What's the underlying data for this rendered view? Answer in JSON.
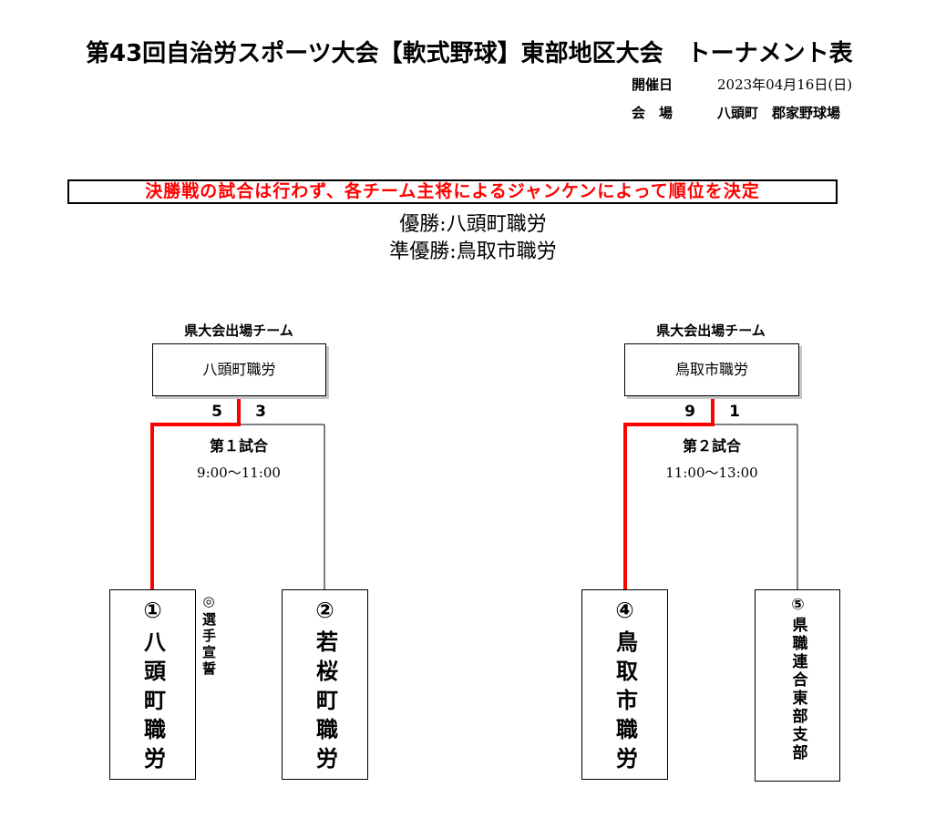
{
  "header": {
    "title": "第43回自治労スポーツ大会【軟式野球】東部地区大会　トーナメント表",
    "date_label": "開催日",
    "date_value": "2023年04月16日(日)",
    "venue_label": "会　場",
    "venue_value": "八頭町　郡家野球場"
  },
  "notice": "決勝戦の試合は行わず、各チーム主将によるジャンケンによって順位を決定",
  "results": {
    "champion": "優勝:八頭町職労",
    "runner_up": "準優勝:鳥取市職労"
  },
  "brackets": [
    {
      "caption": "県大会出場チーム",
      "winner": "八頭町職労",
      "score_left": "5",
      "score_right": "3",
      "match_title": "第１試合",
      "match_time": "9:00～11:00",
      "left_team": {
        "seed": "①",
        "name": "八頭町職労",
        "note": "◎選手宣誓"
      },
      "right_team": {
        "seed": "②",
        "name": "若桜町職労"
      },
      "winner_side": "left"
    },
    {
      "caption": "県大会出場チーム",
      "winner": "鳥取市職労",
      "score_left": "9",
      "score_right": "1",
      "match_title": "第２試合",
      "match_time": "11:00～13:00",
      "left_team": {
        "seed": "④",
        "name": "鳥取市職労"
      },
      "right_team": {
        "seed": "⑤",
        "name": "県職連合東部支部"
      },
      "winner_side": "left"
    }
  ],
  "colors": {
    "win_line": "#ff0000",
    "line": "#000000",
    "notice_text": "#ff0000"
  }
}
